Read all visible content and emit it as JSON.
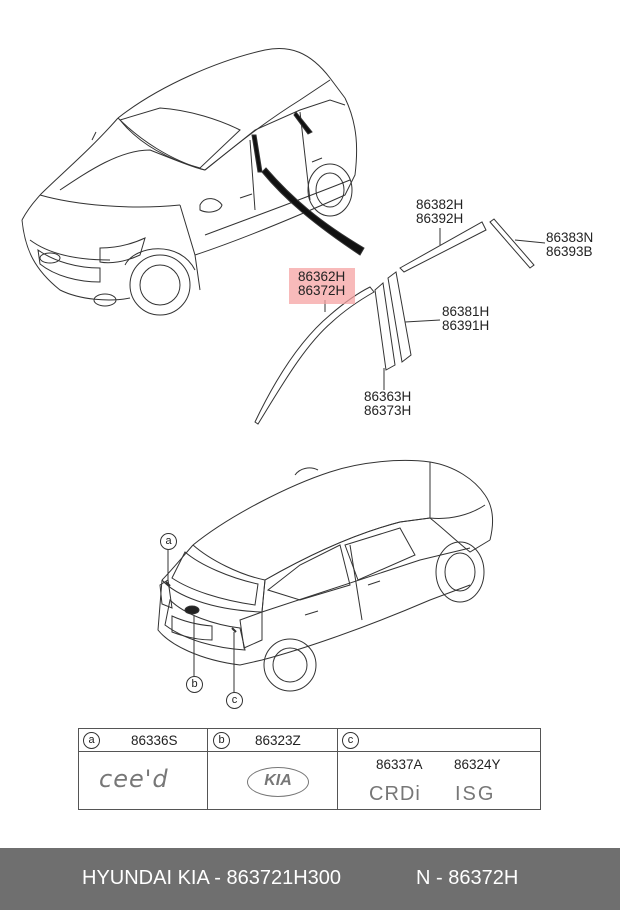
{
  "callouts": {
    "c1": [
      "86382H",
      "86392H"
    ],
    "c2": [
      "86383N",
      "86393B"
    ],
    "c3": [
      "86362H",
      "86372H"
    ],
    "c4": [
      "86381H",
      "86391H"
    ],
    "c5": [
      "86363H",
      "86373H"
    ]
  },
  "markers": {
    "a": "a",
    "b": "b",
    "c": "c"
  },
  "legend": {
    "a": {
      "marker": "a",
      "codes": [
        "86336S"
      ],
      "emblem": "cee'd"
    },
    "b": {
      "marker": "b",
      "codes": [
        "86323Z"
      ],
      "emblem": "KIA"
    },
    "c": {
      "marker": "c",
      "codes": [
        "86337A",
        "86324Y"
      ],
      "emblems": [
        "CRDi",
        "ISG"
      ]
    }
  },
  "footer": {
    "left": "HYUNDAI  KIA - 863721H300",
    "right": "N - 86372H"
  },
  "colors": {
    "highlight": "#f6a3a3",
    "footer_bg": "#6f6f6f"
  }
}
